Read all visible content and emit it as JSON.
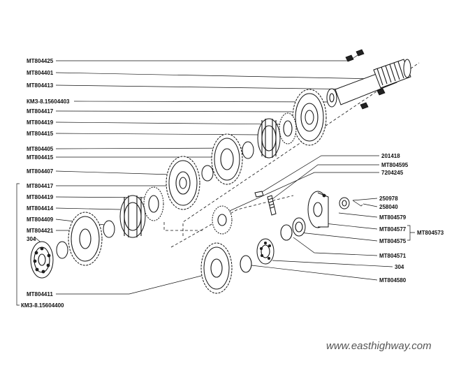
{
  "labels": {
    "mt804425": "MT804425",
    "mt804401": "MT804401",
    "mt804413": "MT804413",
    "km3_8_15604403": "КМЗ-8.15604403",
    "mt804417_a": "MT804417",
    "mt804419_a": "MT804419",
    "mt804415_a": "MT804415",
    "mt804405": "MT804405",
    "mt804415_b": "MT804415",
    "mt804407": "MT804407",
    "mt804417_b": "MT804417",
    "mt804419_b": "MT804419",
    "mt804414": "MT804414",
    "mt804409": "MT804409",
    "mt804421": "MT804421",
    "n304_left": "304",
    "mt804411": "MT804411",
    "km3_8_15604400": "КМЗ-8.15604400",
    "n201418": "201418",
    "mt804595": "MT804595",
    "n7204245": "7204245",
    "n250978": "250978",
    "n258040": "258040",
    "mt804579": "MT804579",
    "mt804577": "MT804577",
    "mt804575": "MT804575",
    "mt804573": "MT804573",
    "mt804571": "MT804571",
    "n304_right": "304",
    "mt804580": "MT804580"
  },
  "watermark": "www.easthighway.com"
}
